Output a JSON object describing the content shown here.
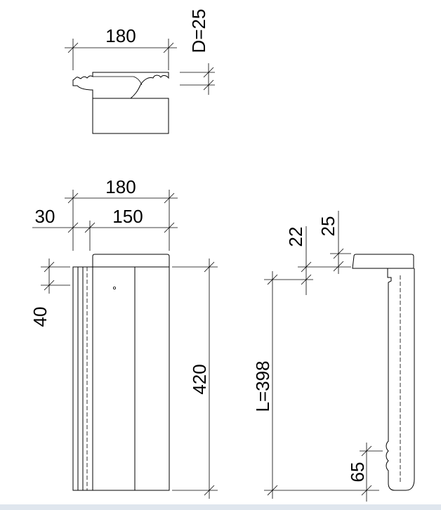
{
  "top_view": {
    "width_label": "180",
    "depth_label": "D=25"
  },
  "front_view": {
    "total_width_label": "180",
    "left_part_label": "30",
    "right_part_label": "150",
    "top_offset_label": "40",
    "height_label": "420"
  },
  "side_view": {
    "dim_22_label": "22",
    "dim_25_label": "25",
    "length_label": "L=398",
    "bottom_label": "65"
  }
}
